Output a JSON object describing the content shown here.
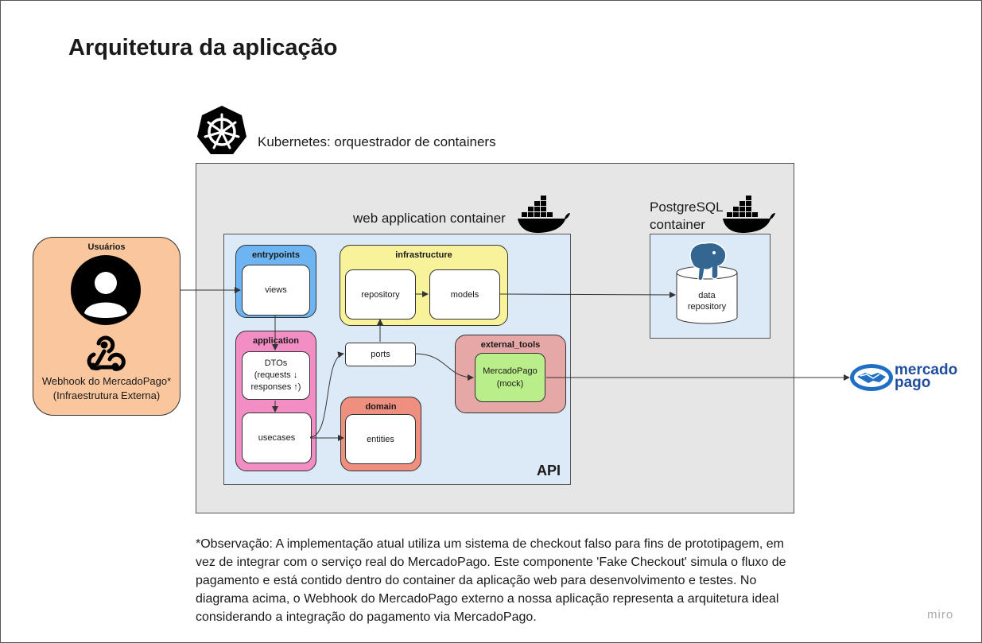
{
  "title": "Arquitetura da aplicação",
  "kubernetes": {
    "label": "Kubernetes: orquestrador de containers"
  },
  "web_container": {
    "label": "web application container"
  },
  "postgres_container": {
    "label_line1": "PostgreSQL",
    "label_line2": "container",
    "data_repository": "data repository"
  },
  "api": {
    "label": "API",
    "entrypoints": {
      "title": "entrypoints",
      "views": "views"
    },
    "infrastructure": {
      "title": "infrastructure",
      "repository": "repository",
      "models": "models"
    },
    "application": {
      "title": "application",
      "dtos": "DTOs (requests ↓ responses ↑)",
      "usecases": "usecases"
    },
    "ports": "ports",
    "external_tools": {
      "title": "external_tools",
      "mercadopago_mock": "MercadoPago (mock)"
    },
    "domain": {
      "title": "domain",
      "entities": "entities"
    }
  },
  "users": {
    "title": "Usuários",
    "webhook_line1": "Webhook do MercadoPago*",
    "webhook_line2": "(Infraestrutura Externa)"
  },
  "mercadopago_logo": {
    "line1": "mercado",
    "line2": "pago"
  },
  "note": "*Observação: A implementação atual utiliza um sistema de checkout falso para fins de prototipagem, em vez de integrar com o serviço real do MercadoPago. Este componente 'Fake Checkout' simula o fluxo de pagamento e está contido dentro do container da aplicação web para desenvolvimento e testes. No diagrama acima, o Webhook do MercadoPago externo a nossa aplicação representa a arquitetura ideal considerando a integração do pagamento via MercadoPago.",
  "watermark": "miro",
  "colors": {
    "entrypoints": "#6db5f2",
    "infrastructure": "#f8f29a",
    "application": "#f28ec4",
    "external_tools": "#e6a8a6",
    "domain": "#ee8f7f",
    "mock": "#b9ee8a",
    "users": "#f9c69d"
  }
}
